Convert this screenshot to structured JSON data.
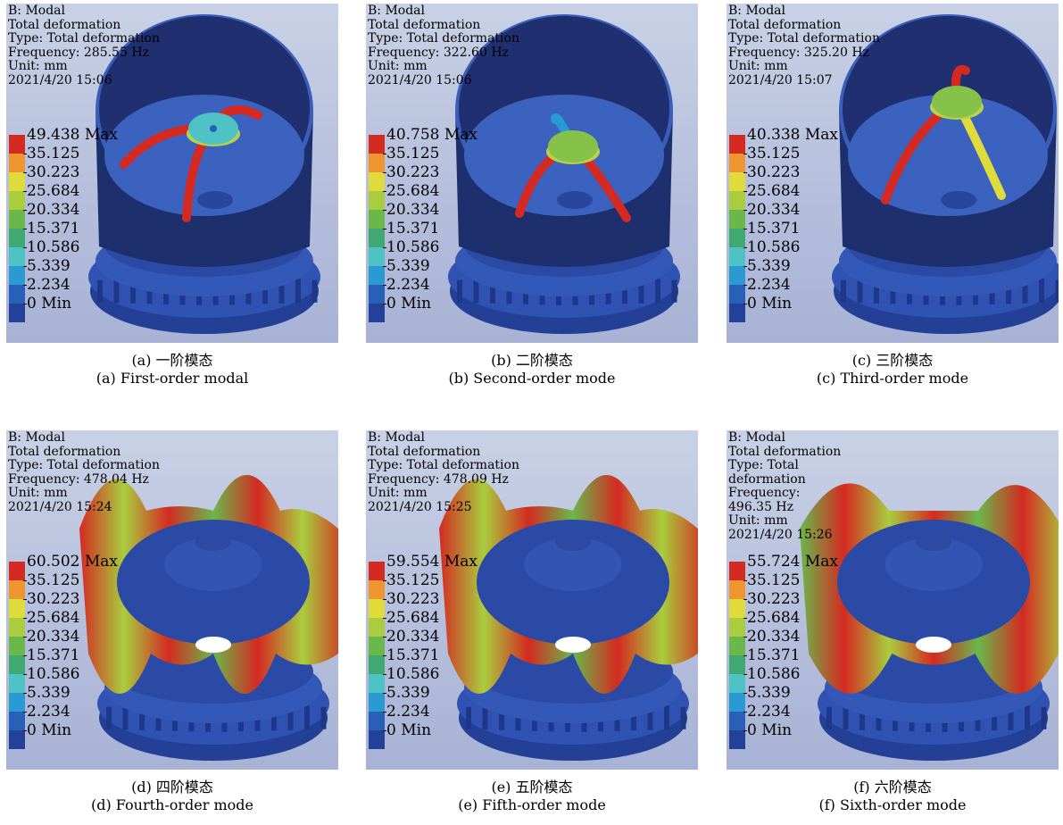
{
  "legend_colors": [
    "#d42a22",
    "#ee9530",
    "#dfdb3a",
    "#a9cd3e",
    "#6ab84a",
    "#3fa971",
    "#4ec2c4",
    "#2a9ad3",
    "#2860b8",
    "#24419a"
  ],
  "panels": [
    {
      "info": [
        "B: Modal",
        "Total deformation",
        "Type: Total deformation",
        "Frequency: 285.55 Hz",
        "Unit: mm",
        "2021/4/20 15:06"
      ],
      "legend": [
        "49.438 Max",
        "35.125",
        "30.223",
        "25.684",
        "20.334",
        "15.371",
        "10.586",
        "5.339",
        "2.234",
        "0 Min"
      ],
      "caption_cn": "(a) 一阶模态",
      "caption_en": "(a) First-order modal",
      "mode_shape": "bracket"
    },
    {
      "info": [
        "B: Modal",
        "Total deformation",
        "Type: Total deformation",
        "Frequency: 322.60 Hz",
        "Unit: mm",
        "2021/4/20 15:06"
      ],
      "legend": [
        "40.758 Max",
        "35.125",
        "30.223",
        "25.684",
        "20.334",
        "15.371",
        "10.586",
        "5.339",
        "2.234",
        "0 Min"
      ],
      "caption_cn": "(b) 二阶模态",
      "caption_en": "(b) Second-order mode",
      "mode_shape": "bracket"
    },
    {
      "info": [
        "B: Modal",
        "Total deformation",
        "Type: Total deformation",
        "Frequency: 325.20 Hz",
        "Unit: mm",
        "2021/4/20 15:07"
      ],
      "legend": [
        "40.338 Max",
        "35.125",
        "30.223",
        "25.684",
        "20.334",
        "15.371",
        "10.586",
        "5.339",
        "2.234",
        "0 Min"
      ],
      "caption_cn": "(c) 三阶模态",
      "caption_en": "(c) Third-order mode",
      "mode_shape": "bracket"
    },
    {
      "info": [
        "B: Modal",
        "Total deformation",
        "Type: Total deformation",
        "Frequency: 478.04 Hz",
        "Unit: mm",
        "2021/4/20 15:24"
      ],
      "legend": [
        "60.502 Max",
        "35.125",
        "30.223",
        "25.684",
        "20.334",
        "15.371",
        "10.586",
        "5.339",
        "2.234",
        "0 Min"
      ],
      "caption_cn": "(d) 四阶模态",
      "caption_en": "(d) Fourth-order mode",
      "mode_shape": "shell"
    },
    {
      "info": [
        "B: Modal",
        "Total deformation",
        "Type: Total deformation",
        "Frequency: 478.09 Hz",
        "Unit: mm",
        "2021/4/20 15:25"
      ],
      "legend": [
        "59.554 Max",
        "35.125",
        "30.223",
        "25.684",
        "20.334",
        "15.371",
        "10.586",
        "5.339",
        "2.234",
        "0 Min"
      ],
      "caption_cn": "(e) 五阶模态",
      "caption_en": "(e) Fifth-order mode",
      "mode_shape": "shell"
    },
    {
      "info": [
        "B: Modal",
        "Total deformation",
        "Type: Total",
        "deformation",
        "Frequency:",
        "496.35 Hz",
        "Unit: mm",
        "2021/4/20 15:26"
      ],
      "legend": [
        "55.724 Max",
        "35.125",
        "30.223",
        "25.684",
        "20.334",
        "15.371",
        "10.586",
        "5.339",
        "2.234",
        "0 Min"
      ],
      "caption_cn": "(f) 六阶模态",
      "caption_en": "(f) Sixth-order mode",
      "mode_shape": "shell"
    }
  ]
}
